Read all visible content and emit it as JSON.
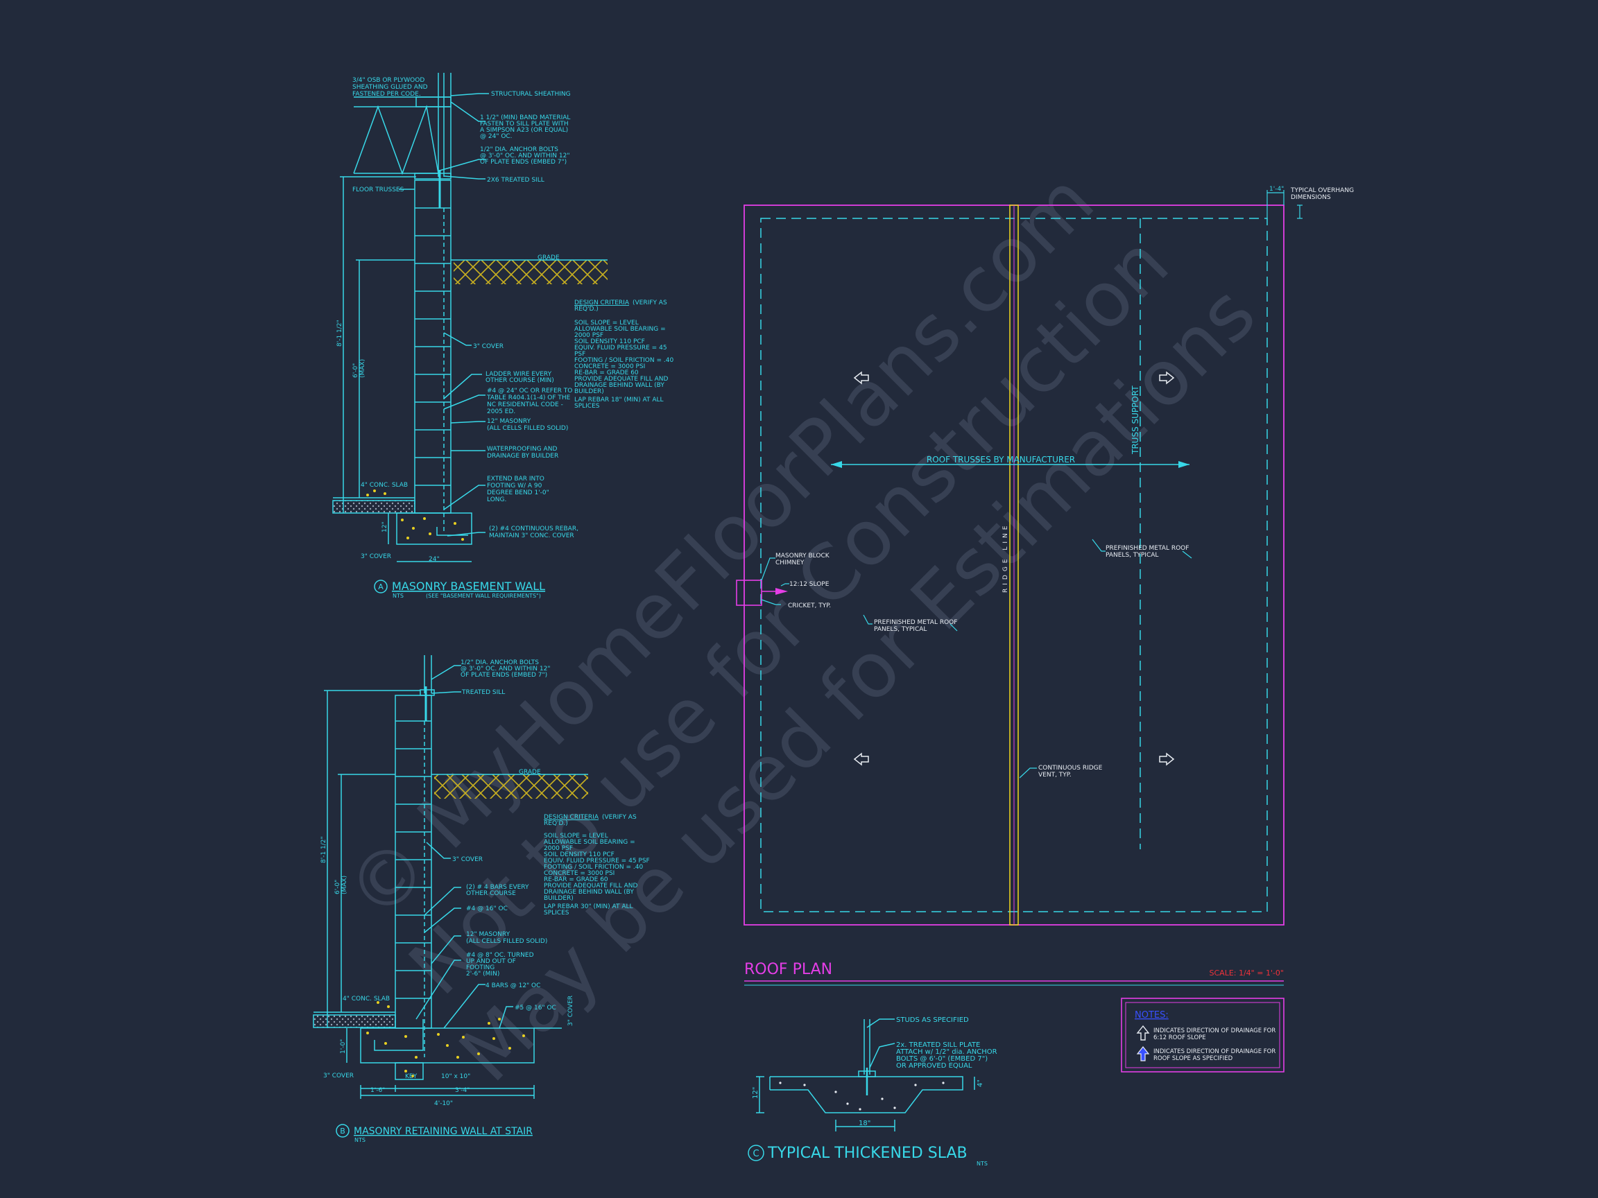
{
  "colors": {
    "background": "#222a3b",
    "linework_cyan": "#38d8e8",
    "magenta": "#e43ee6",
    "red": "#f0323a",
    "blue": "#3850ff",
    "white": "#e8ecf2",
    "yellow": "#e8d020",
    "soil": "#c8b020",
    "watermark": "#3a4356"
  },
  "watermark": {
    "line1": "© MyHomeFloorPlans.com",
    "line2": "Not to use for Construction",
    "line3": "May be used for Estimations"
  },
  "detail_a": {
    "title": "MASONRY BASEMENT WALL",
    "marker": "A",
    "scale": "NTS",
    "subtitle": "(SEE \"BASEMENT WALL REQUIREMENTS\")",
    "notes": [
      "3/4\" OSB OR PLYWOOD",
      "SHEATHING GLUED AND",
      "FASTENED PER CODE."
    ],
    "callouts": {
      "sheathing": "STRUCTURAL SHEATHING",
      "band1": "1 1/2\" (MIN) BAND MATERIAL",
      "band2": "FASTEN TO SILL PLATE WITH",
      "band3": "A SIMPSON A23 (OR EQUAL)",
      "band4": "@ 24\" OC.",
      "bolt1": "1/2\" DIA. ANCHOR BOLTS",
      "bolt2": "@ 3'-0\" OC. AND WITHIN 12\"",
      "bolt3": "OF PLATE ENDS (EMBED 7\")",
      "sill": "2X6 TREATED SILL",
      "trusses": "FLOOR TRUSSES",
      "grade": "GRADE",
      "cover": "3\" COVER",
      "ladder1": "LADDER WIRE EVERY",
      "ladder2": "OTHER COURSE (MIN)",
      "rebar1": "#4 @ 24\" OC OR REFER TO",
      "rebar2": "TABLE R404.1(1-4) OF THE",
      "rebar3": "NC RESIDENTIAL CODE -",
      "rebar4": "2005 ED.",
      "masonry1": "12\" MASONRY",
      "masonry2": "(ALL CELLS FILLED SOLID)",
      "wp1": "WATERPROOFING AND",
      "wp2": "DRAINAGE BY BUILDER",
      "ext1": "EXTEND BAR INTO",
      "ext2": "FOOTING W/ A 90",
      "ext3": "DEGREE BEND 1'-0\"",
      "ext4": "LONG.",
      "cont1": "(2) #4 CONTINUOUS REBAR,",
      "cont2": "MAINTAIN 3\" CONC. COVER",
      "slab": "4\" CONC. SLAB",
      "cover_bottom": "3\" COVER",
      "dim_height": "8'-1 1/2\"",
      "dim_max1": "6'-0\"",
      "dim_max2": "(MAX)",
      "dim_depth": "12\"",
      "dim_width": "24\""
    },
    "criteria_title": "DESIGN CRITERIA",
    "criteria_suffix": "(VERIFY AS",
    "criteria_suffix2": "REQ'D.)",
    "criteria": [
      "SOIL SLOPE = LEVEL",
      "ALLOWABLE SOIL BEARING =",
      "2000 PSF",
      "SOIL DENSITY 110 PCF",
      "EQUIV. FLUID PRESSURE = 45",
      "PSF",
      "FOOTING / SOIL FRICTION = .40",
      "CONCRETE = 3000 PSI",
      "RE-BAR = GRADE 60",
      "PROVIDE ADEQUATE FILL AND",
      "DRAINAGE BEHIND WALL (BY",
      "BUILDER)",
      "LAP REBAR 18\" (MIN) AT ALL",
      "SPLICES"
    ]
  },
  "detail_b": {
    "title": "MASONRY RETAINING WALL AT STAIR",
    "marker": "B",
    "scale": "NTS",
    "callouts": {
      "bolt1": "1/2\" DIA. ANCHOR BOLTS",
      "bolt2": "@ 3'-0\" OC. AND WITHIN 12\"",
      "bolt3": "OF PLATE ENDS (EMBED 7\")",
      "sill": "TREATED SILL",
      "grade": "GRADE",
      "cover": "3\" COVER",
      "bars1": "(2) # 4 BARS EVERY",
      "bars2": "OTHER COURSE",
      "rebar16": "#4 @ 16\" OC",
      "masonry1": "12\" MASONRY",
      "masonry2": "(ALL CELLS FILLED SOLID)",
      "turned1": "#4 @ 8\" OC. TURNED",
      "turned2": "UP AND OUT OF",
      "turned3": "FOOTING",
      "turned4": "2'-6\" (MIN)",
      "bars4": "4 BARS @ 12\" OC",
      "slab": "4\" CONC. SLAB",
      "rebar5": "#5 @ 16\" OC",
      "cover_side": "3\" COVER",
      "cover_bottom": "3\" COVER",
      "dim_height": "8'-1 1/2\"",
      "dim_max1": "6'-0\"",
      "dim_max2": "(MAX)",
      "dim_depth": "1'-0\"",
      "dim_key": "KEY",
      "dim_key_size": "10\" x 10\"",
      "dim_left": "1'-6\"",
      "dim_right": "3'-4\"",
      "dim_total": "4'-10\""
    },
    "criteria_title": "DESIGN CRITERIA",
    "criteria_suffix": "(VERIFY AS",
    "criteria_suffix2": "REQ'D.)",
    "criteria": [
      "SOIL SLOPE = LEVEL",
      "ALLOWABLE SOIL BEARING =",
      "2000 PSF",
      "SOIL DENSITY 110 PCF",
      "EQUIV. FLUID PRESSURE = 45 PSF",
      "FOOTING / SOIL FRICTION = .40",
      "CONCRETE = 3000 PSI",
      "RE-BAR = GRADE 60",
      "PROVIDE ADEQUATE FILL AND",
      "DRAINAGE BEHIND WALL (BY",
      "BUILDER)",
      "LAP REBAR 30\" (MIN) AT ALL",
      "SPLICES"
    ]
  },
  "detail_c": {
    "title": "TYPICAL THICKENED SLAB",
    "marker": "C",
    "scale": "NTS",
    "callouts": {
      "studs": "STUDS AS SPECIFIED",
      "plate1": "2x. TREATED SILL PLATE",
      "plate2": "ATTACH w/ 1/2\" dia. ANCHOR",
      "plate3": "BOLTS @ 6'-0\" (EMBED 7\")",
      "plate4": "OR APPROVED EQUAL",
      "dim_depth": "12\"",
      "dim_slab": "4\"",
      "dim_width": "18\""
    }
  },
  "roof_plan": {
    "title": "ROOF PLAN",
    "scale": "SCALE: 1/4\" = 1'-0\"",
    "overhang_dim": "1'-4\"",
    "overhang_label1": "TYPICAL OVERHANG",
    "overhang_label2": "DIMENSIONS",
    "trusses": "ROOF TRUSSES BY MANUFACTURER",
    "ridge": "RIDGE LINE",
    "truss_support": "TRUSS SUPPORT",
    "chimney1": "MASONRY BLOCK",
    "chimney2": "CHIMNEY",
    "slope": "12:12 SLOPE",
    "cricket": "CRICKET, TYP.",
    "panels_left1": "PREFINISHED METAL ROOF",
    "panels_left2": "PANELS, TYPICAL",
    "panels_right1": "PREFINISHED METAL ROOF",
    "panels_right2": "PANELS, TYPICAL",
    "vent1": "CONTINUOUS RIDGE",
    "vent2": "VENT, TYP."
  },
  "notes_box": {
    "title": "NOTES:",
    "items": [
      {
        "line1": "INDICATES DIRECTION OF DRAINAGE FOR",
        "line2": "6:12 ROOF SLOPE",
        "icon": "open-arrow-icon"
      },
      {
        "line1": "INDICATES DIRECTION OF DRAINAGE FOR",
        "line2": "ROOF SLOPE AS SPECIFIED",
        "icon": "filled-arrow-icon"
      }
    ]
  }
}
